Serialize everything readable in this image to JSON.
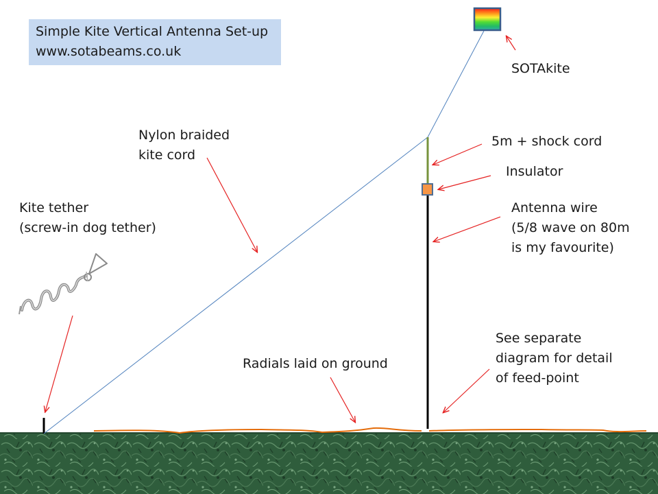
{
  "title": {
    "line1": "Simple Kite Vertical Antenna Set-up",
    "line2": "www.sotabeams.co.uk"
  },
  "labels": {
    "sotakite": "SOTAkite",
    "nylon_line1": "Nylon braided",
    "nylon_line2": "kite cord",
    "shock_cord": "5m + shock cord",
    "insulator": "Insulator",
    "tether_line1": "Kite tether",
    "tether_line2": "(screw-in dog tether)",
    "antenna_line1": "Antenna wire",
    "antenna_line2": "(5/8 wave on 80m",
    "antenna_line3": "is my favourite)",
    "radials": "Radials laid on ground",
    "feed_line1": "See separate",
    "feed_line2": "diagram for detail",
    "feed_line3": "of feed-point"
  },
  "colors": {
    "title_box": "#c6d9f1",
    "kite_cord": "#4f81bd",
    "shock_cord": "#77933c",
    "insulator_fill": "#f79646",
    "insulator_border": "#4f6e94",
    "antenna_wire": "#000000",
    "radials": "#e46c0a",
    "arrows": "#e52222",
    "ground": "#2f5d3c"
  }
}
